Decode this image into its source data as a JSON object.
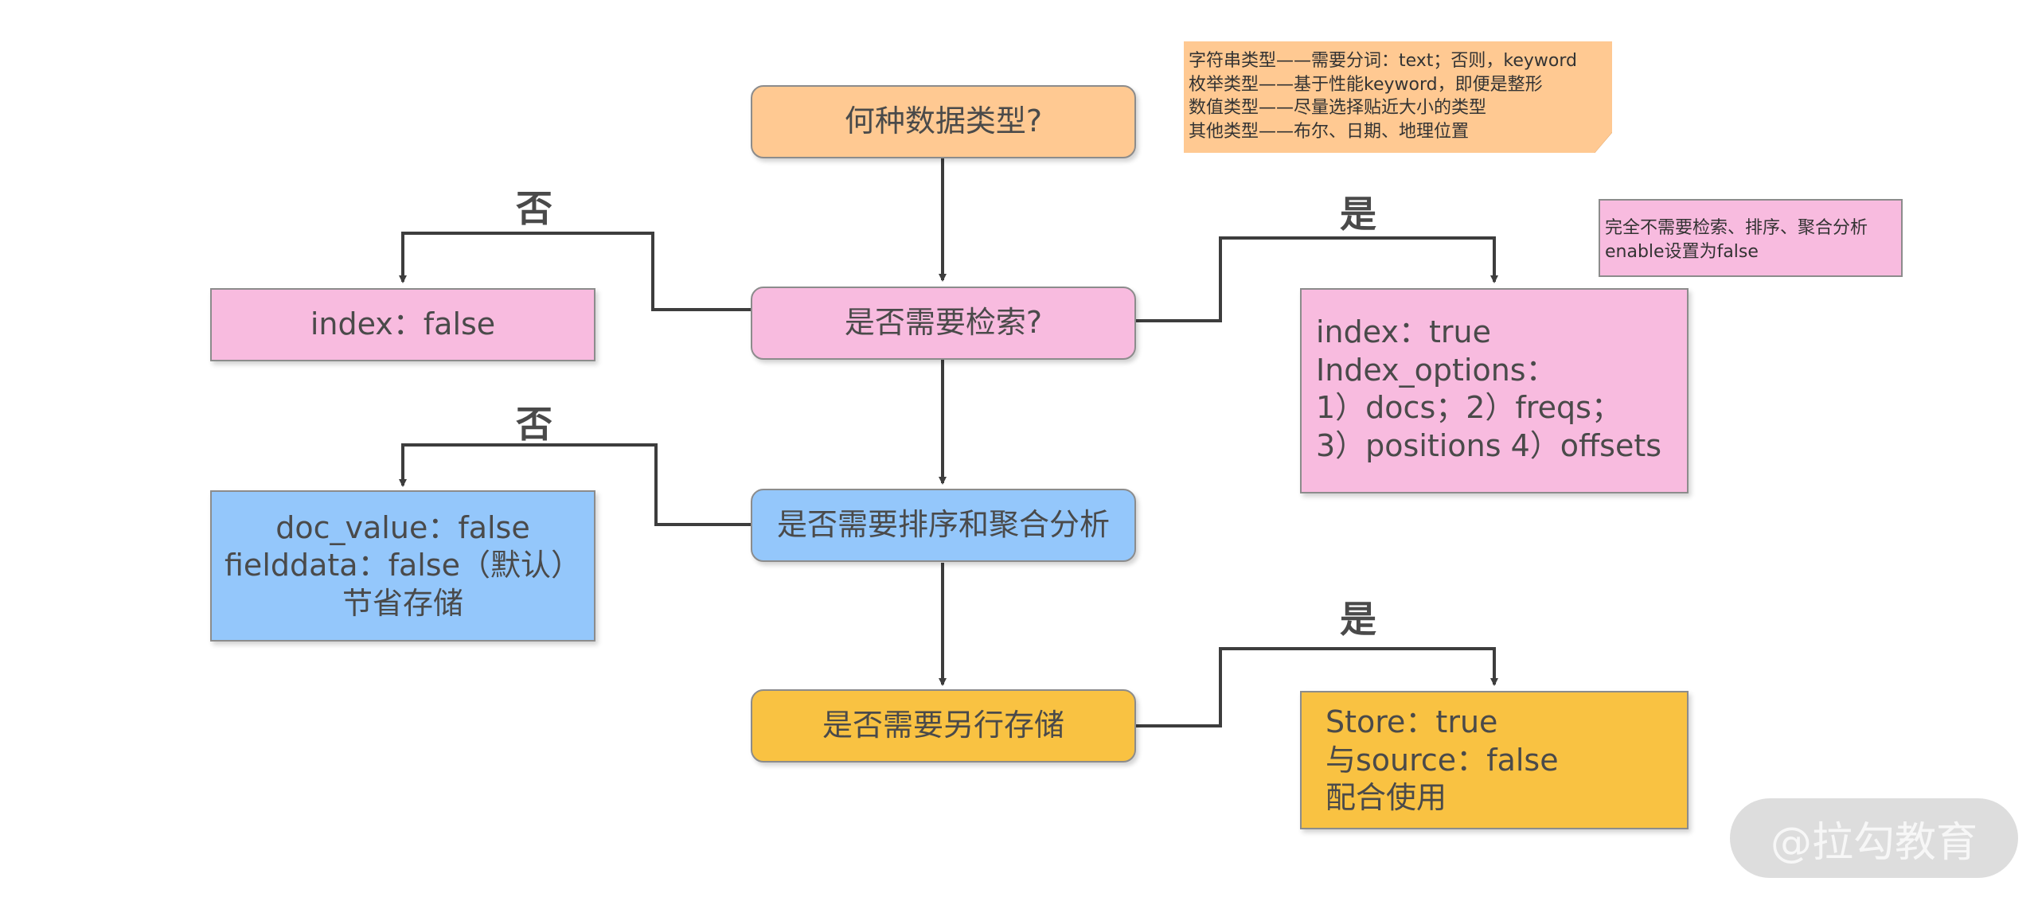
{
  "nodes": {
    "data_type": "何种数据类型?",
    "need_search": "是否需要检索?",
    "need_sort_agg": "是否需要排序和聚合分析",
    "need_store": "是否需要另行存储"
  },
  "edge_labels": {
    "no_search": "否",
    "yes_search": "是",
    "no_sort": "否",
    "yes_store": "是"
  },
  "results": {
    "index_false": "index：false",
    "index_true_lines": [
      "index：true",
      "Index_options：",
      "1）docs；2）freqs；",
      "3）positions 4）offsets"
    ],
    "doc_value_lines": [
      "doc_value：false",
      "fielddata：false（默认）",
      "节省存储"
    ],
    "store_lines": [
      "Store：true",
      "与source：false",
      "配合使用"
    ]
  },
  "notes": {
    "types_note_lines": [
      "字符串类型——需要分词：text；否则，keyword",
      "枚举类型——基于性能keyword，即便是整形",
      "数值类型——尽量选择贴近大小的类型",
      "其他类型——布尔、日期、地理位置"
    ],
    "enable_note_lines": [
      "完全不需要检索、排序、聚合分析",
      "enable设置为false"
    ]
  },
  "watermark": "@拉勾教育",
  "colors": {
    "peach": "#ffc992",
    "pink": "#f8bbdf",
    "blue": "#94c7fb",
    "gold": "#f9c242",
    "connector": "#3d3d3d"
  }
}
